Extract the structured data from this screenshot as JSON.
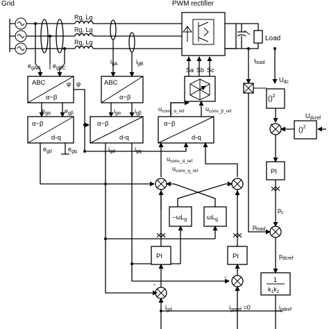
{
  "top": {
    "grid": "Grid",
    "rectifier": "PWM rectifier",
    "load": "Load"
  },
  "lines": {
    "rl1": "Rg, Lg",
    "rl2": "Rg, Lg",
    "rl3": "Rg, Lg"
  },
  "signals": {
    "egab_main": "e",
    "egab_sub": "gAB",
    "egbc_main": "e",
    "egbc_sub": "gBC",
    "iga_main": "i",
    "iga_sub": "gA",
    "igb_main": "i",
    "igb_sub": "gB",
    "sa": "Sa",
    "sb": "Sb",
    "sc": "Sc",
    "iload_main": "i",
    "iload_sub": "load",
    "udc_main": "U",
    "udc_sub": "dc",
    "udcref_main": "U",
    "udcref_sub": "dcref",
    "phi1": "φ",
    "phi2": "φ",
    "ega_main": "e",
    "ega_sub": "gα",
    "egb_main": "e",
    "egb_sub": "gβ",
    "iga2_main": "i",
    "iga2_sub": "gα",
    "igb2_main": "i",
    "igb2_sub": "gβ",
    "uca_main": "u",
    "uca_sub": "conv_α_ref",
    "ucb_main": "u",
    "ucb_sub": "conv_β_ref",
    "egd_main": "e",
    "egd_sub": "gd",
    "egq_main": "e",
    "egq_sub": "gq",
    "igd_main": "i",
    "igd_sub": "gd",
    "igq_main": "i",
    "igq_sub": "gq",
    "ucd_main": "u",
    "ucd_sub": "conv_d_ref",
    "ucq_main": "u",
    "ucq_sub": "conv_q_ref",
    "pc_main": "p",
    "pc_sub": "c",
    "pload_main": "p",
    "pload_sub": "load",
    "pdcref_main": "p",
    "pdcref_sub": "dcref",
    "igd_bot_main": "i",
    "igd_bot_sub": "gd",
    "igqref_main": "i",
    "igqref_sub": "gqref",
    "igqref_tail": " =0",
    "igdref_main": "i",
    "igdref_sub": "gdref",
    "minus1": "-",
    "minus2": "-",
    "minus3": "-"
  },
  "blocks": {
    "abc1_top": "ABC",
    "abc1_bot": "α−β",
    "abc2_top": "ABC",
    "abc2_bot": "α−β",
    "dq1_top": "α−β",
    "dq1_bot": "d-q",
    "dq2_top": "α−β",
    "dq2_bot": "d-q",
    "dq3_top": "α−β",
    "dq3_bot": "d-q",
    "square1": "()",
    "square1_exp": "2",
    "square2": "()",
    "square2_exp": "2",
    "pi_dc": "PI",
    "pi_d": "PI",
    "pi_q": "PI",
    "wl1_main": "−ωL",
    "wl1_sub": "g",
    "wl2_main": "ωL",
    "wl2_sub": "g",
    "gain_num": "1",
    "gain_den_main": "k",
    "gain_den_s1": "1",
    "gain_den_mid": "k",
    "gain_den_s2": "2"
  }
}
